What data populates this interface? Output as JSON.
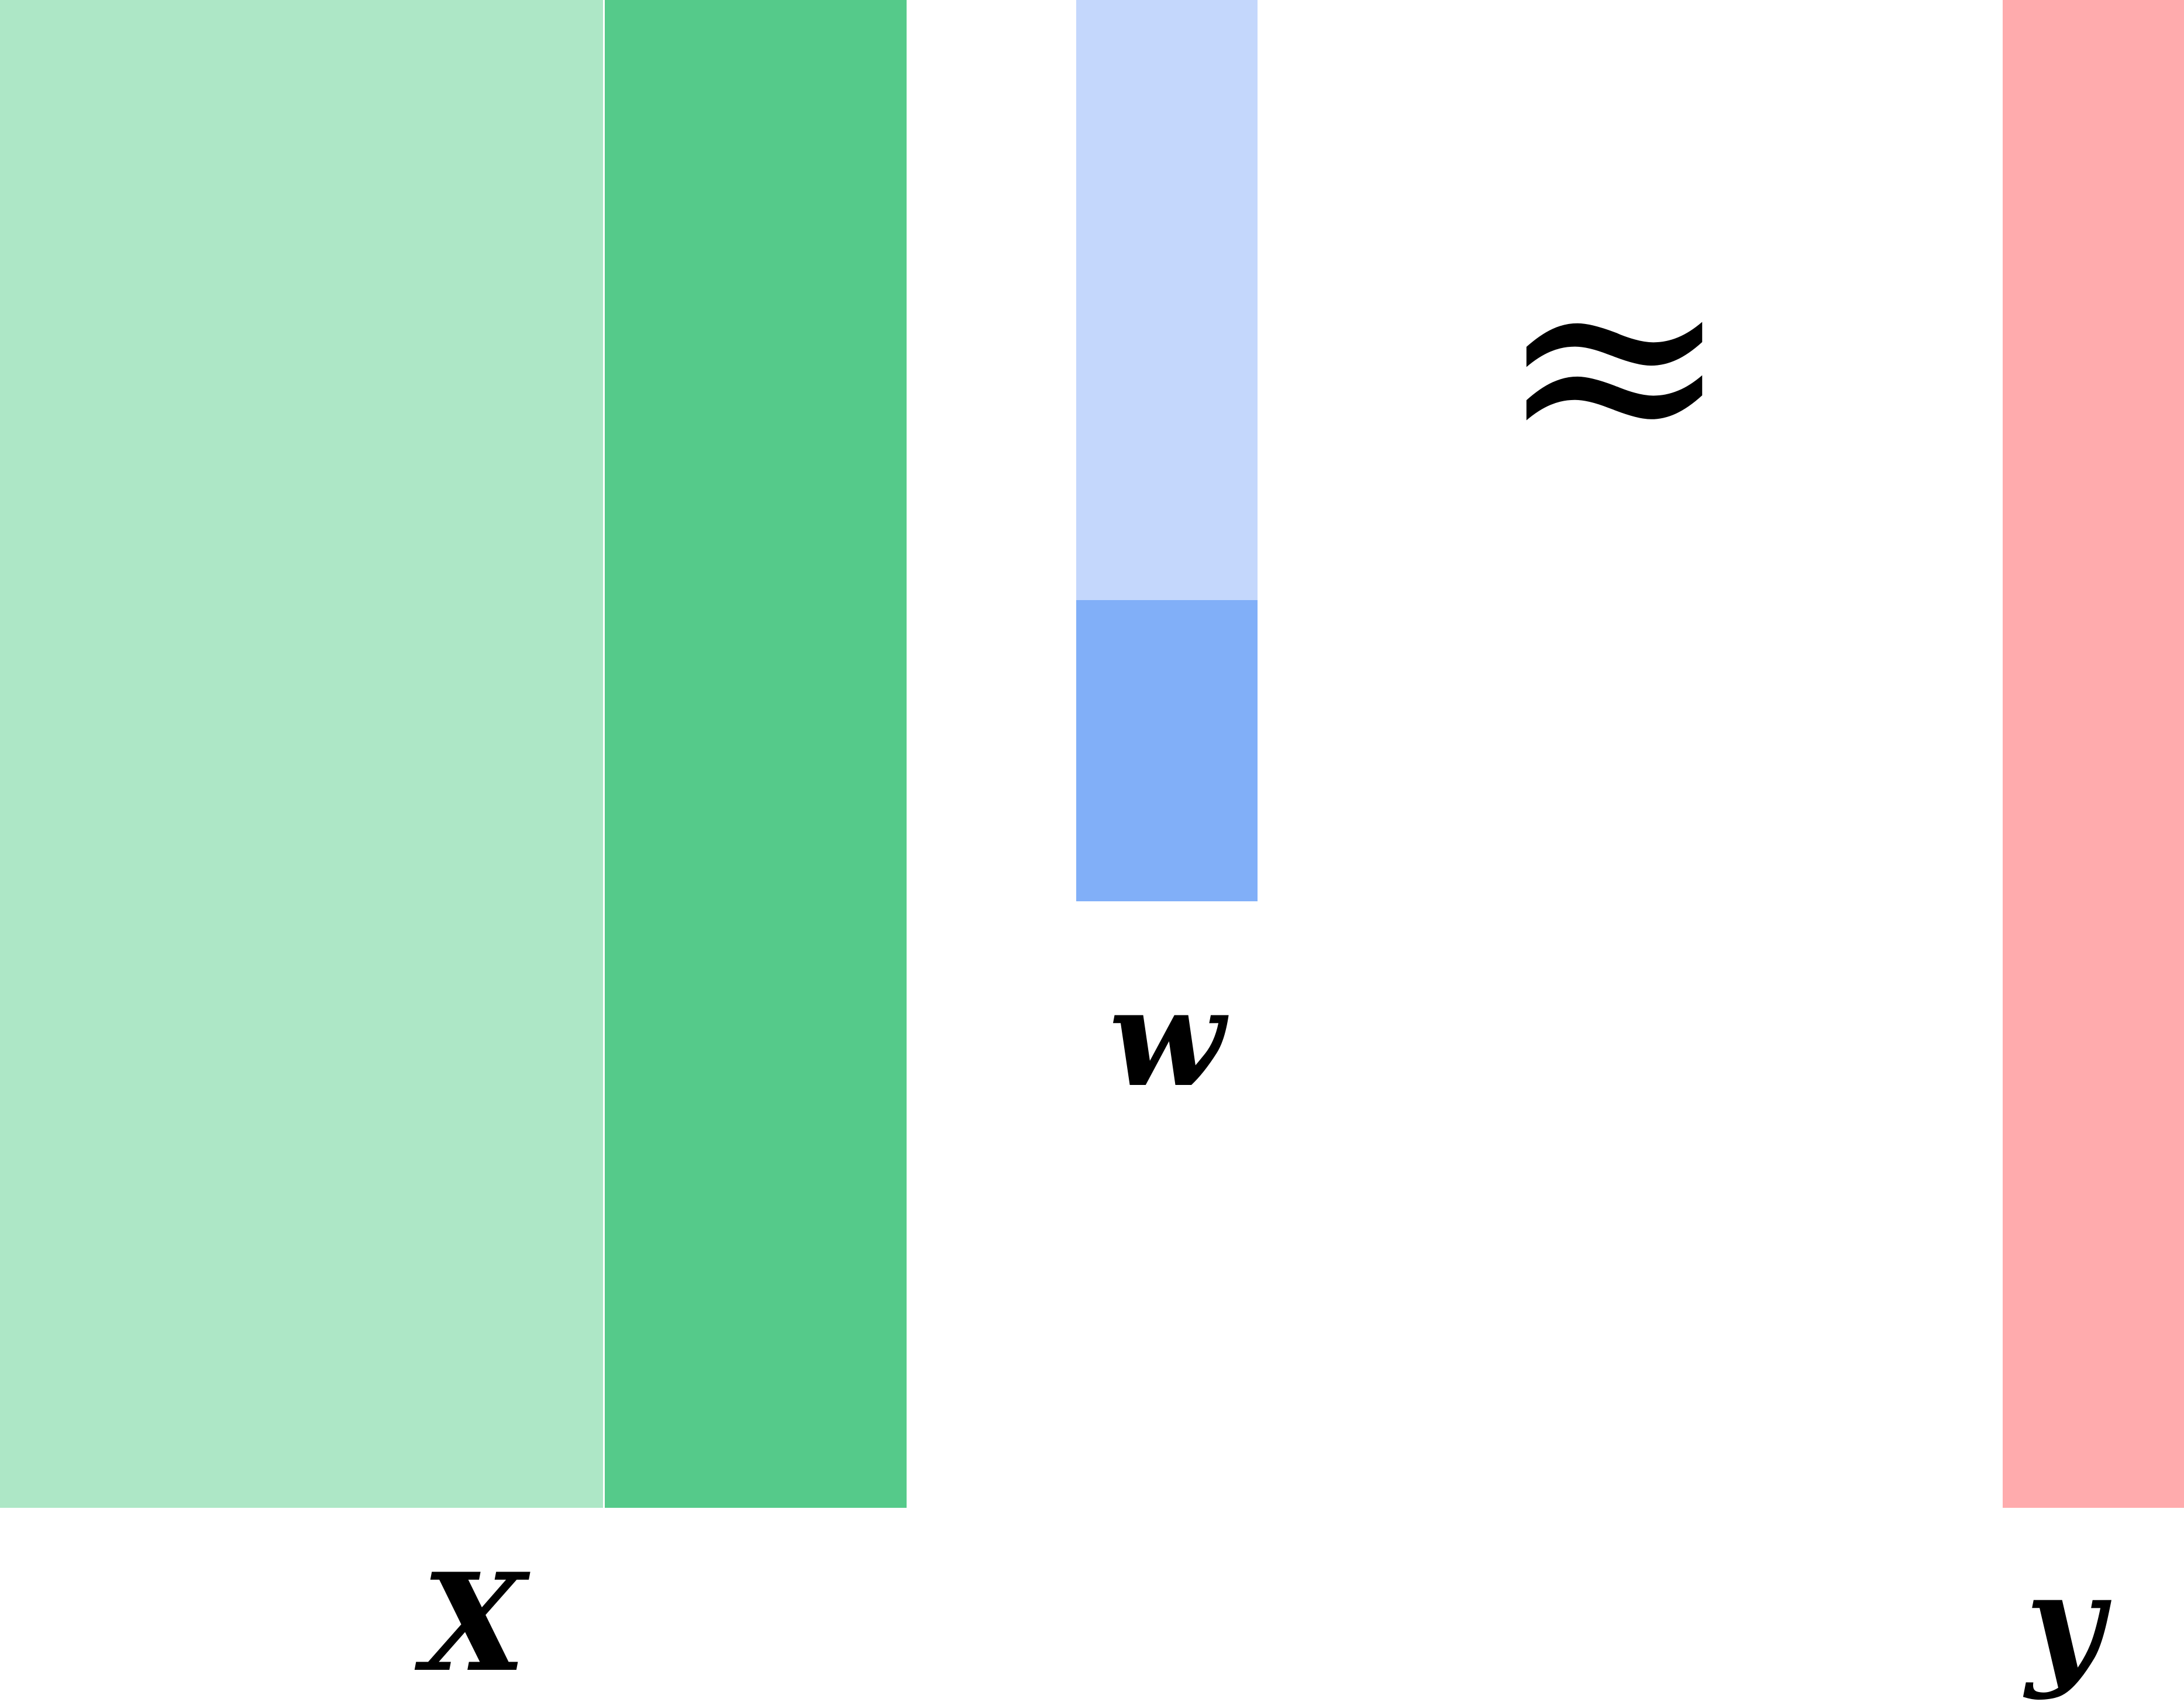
{
  "labels": {
    "x": "X",
    "w": "w",
    "y": "y",
    "approx": "≈"
  },
  "colors": {
    "x_left": "#ade7c6",
    "x_right": "#55ca8a",
    "w_top": "#c4d7fc",
    "w_bottom": "#81aff8",
    "y": "#ffabad"
  }
}
